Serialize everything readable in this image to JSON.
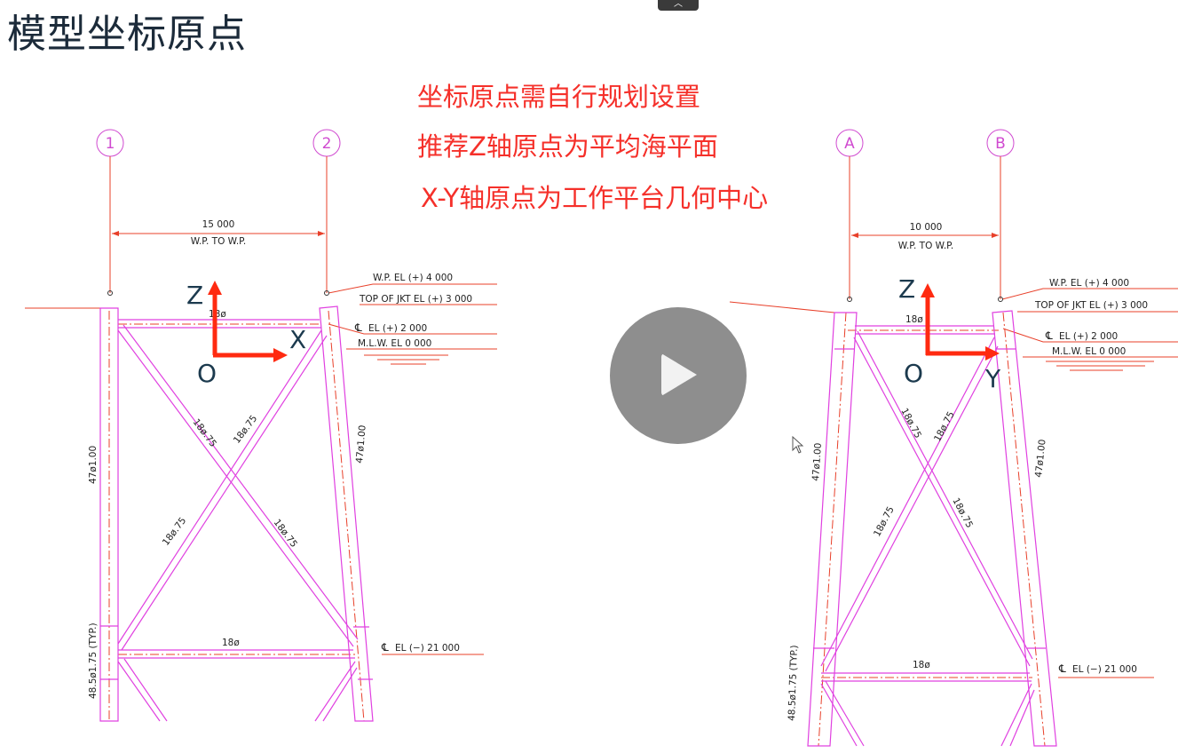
{
  "slide": {
    "title": "模型坐标原点",
    "notes": [
      "坐标原点需自行规划设置",
      "推荐Z轴原点为平均海平面",
      "X-Y轴原点为工作平台几何中心"
    ]
  },
  "player": {
    "collapse_icon": "chevron-up-icon",
    "play_icon": "play-icon",
    "play_color": "#8e8e8e"
  },
  "left_frame": {
    "grid_labels": [
      "1",
      "2"
    ],
    "span": "15 000",
    "span_label": "W.P. TO W.P.",
    "wp_el": "W.P. EL (+) 4 000",
    "top_jkt": "TOP OF JKT EL (+) 3 000",
    "cl_el": "EL (+) 2 000",
    "mlw": "M.L.W. EL 0 000",
    "cl_el_low": "EL (−) 21 000",
    "brace_top": "18ø",
    "brace_bottom": "18ø",
    "diag": "18ø.75",
    "leg": "47ø1.00",
    "leg_typ": "48.5ø1.75 (TYP.)",
    "axis": {
      "z": "Z",
      "h": "X",
      "o": "O"
    }
  },
  "right_frame": {
    "grid_labels": [
      "A",
      "B"
    ],
    "span": "10 000",
    "span_label": "W.P. TO W.P.",
    "wp_el": "W.P. EL (+) 4 000",
    "top_jkt": "TOP OF JKT EL (+) 3 000",
    "cl_el": "EL (+) 2 000",
    "mlw": "M.L.W. EL 0 000",
    "cl_el_low": "EL (−) 21 000",
    "brace_top": "18ø",
    "brace_bottom": "18ø",
    "diag": "18ø.75",
    "leg": "47ø1.00",
    "leg_typ": "48.5ø1.75 (TYP.)",
    "axis": {
      "z": "Z",
      "h": "Y",
      "o": "O"
    }
  },
  "colors": {
    "member": "#e040e0",
    "dim": "#e8402a",
    "arrow": "#ff2a10",
    "note": "#f5302a"
  }
}
